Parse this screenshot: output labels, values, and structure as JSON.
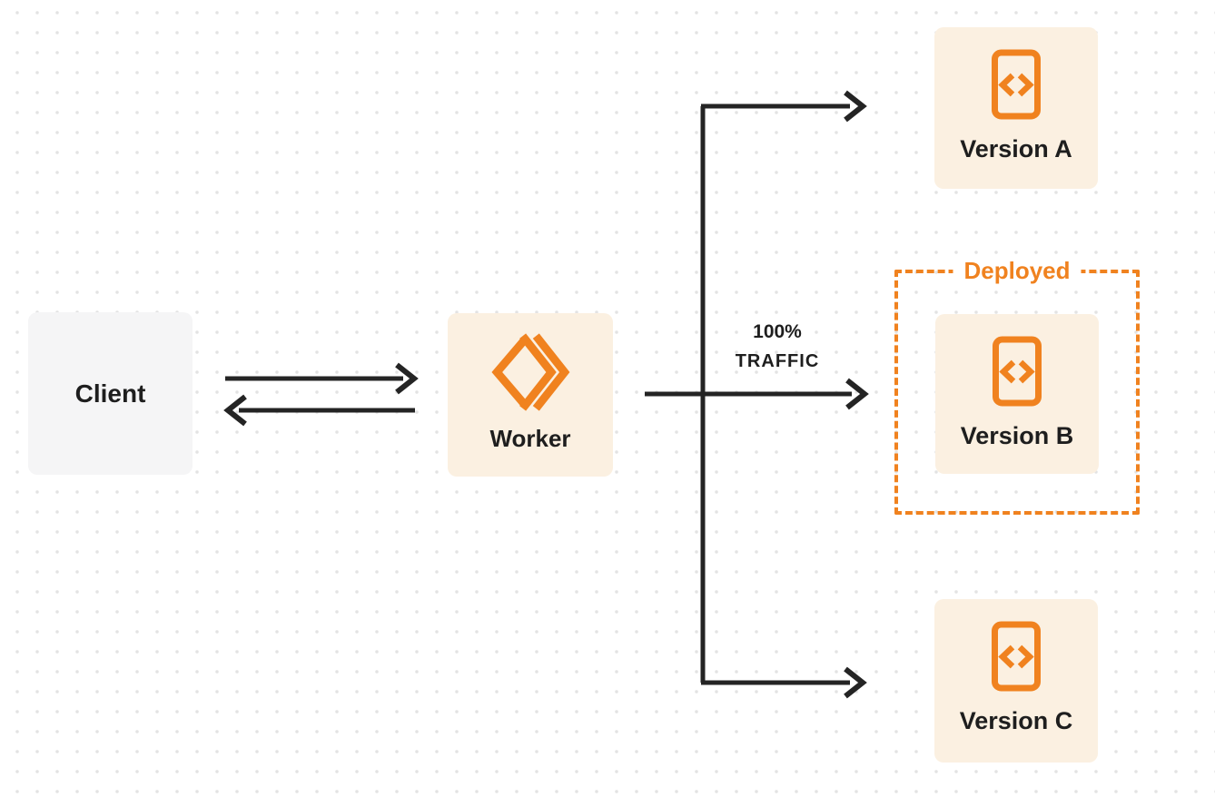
{
  "colors": {
    "accent_orange": "#F0821F",
    "node_cream": "#FBF0E1",
    "client_gray": "#F5F5F6",
    "line_dark": "#242424",
    "text_dark": "#1E1E1E",
    "dot_grid": "#E3E3E3",
    "canvas_bg": "#FFFFFF"
  },
  "nodes": {
    "client": {
      "label": "Client"
    },
    "worker": {
      "label": "Worker",
      "icon": "cloudflare-workers-icon"
    },
    "version_a": {
      "label": "Version A",
      "icon": "code-document-icon"
    },
    "version_b": {
      "label": "Version B",
      "icon": "code-document-icon"
    },
    "version_c": {
      "label": "Version C",
      "icon": "code-document-icon"
    }
  },
  "groups": {
    "deployed": {
      "label": "Deployed"
    }
  },
  "edges": {
    "client_worker": {
      "style": "bidirectional-arrows"
    },
    "worker_version_b": {
      "label_line1": "100%",
      "label_line2": "TRAFFIC"
    },
    "worker_version_a": {},
    "worker_version_c": {}
  }
}
